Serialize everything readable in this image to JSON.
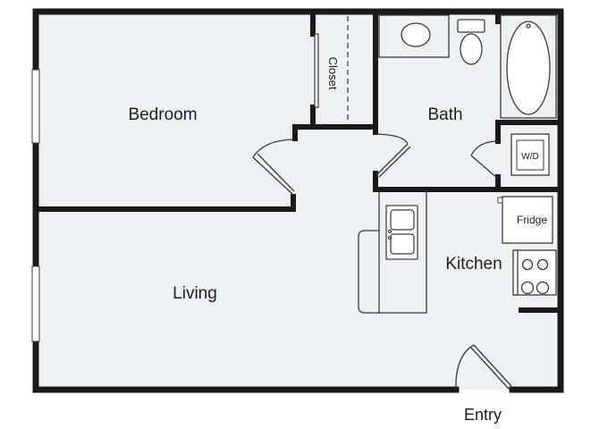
{
  "floorplan": {
    "rooms": {
      "bedroom": "Bedroom",
      "closet": "Closet",
      "bath": "Bath",
      "kitchen": "Kitchen",
      "living": "Living"
    },
    "fixtures": {
      "washer_dryer": "W/D",
      "fridge": "Fridge"
    },
    "entry": "Entry",
    "colors": {
      "floor": "#eef1f3",
      "wall": "#1a1a1a",
      "fixture_line": "#3a3a3a"
    }
  }
}
